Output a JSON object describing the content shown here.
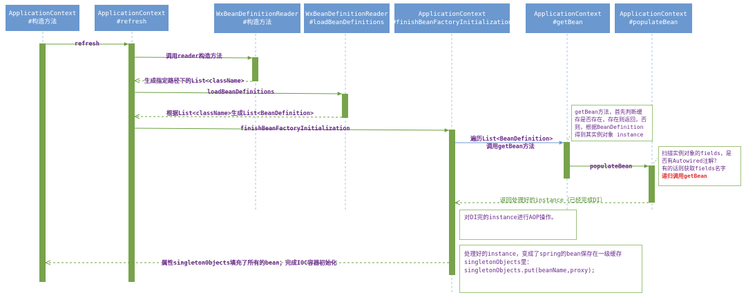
{
  "lanes": [
    {
      "line1": "ApplicationContext",
      "line2": "#构造方法"
    },
    {
      "line1": "ApplicationContext",
      "line2": "#refresh"
    },
    {
      "line1": "WxBeanDefinitionReader",
      "line2": "#构造方法"
    },
    {
      "line1": "WxBeanDefinitionReader",
      "line2": "#loadBeanDefinitions"
    },
    {
      "line1": "ApplicationContext",
      "line2": "#finishBeanFactoryInitialization"
    },
    {
      "line1": "ApplicationContext",
      "line2": "#getBean"
    },
    {
      "line1": "ApplicationContext",
      "line2": "#populateBean"
    }
  ],
  "messages": {
    "refresh": "refresh",
    "call_reader": "调用reader构造方法",
    "gen_list": "生成指定路径下的List<className>",
    "load_bd": "loadBeanDefinitions",
    "gen_bd_list": "根据List<className>生成List<BeanDefinition>",
    "finish_init": "finishBeanFactoryInitialization",
    "iterate_line1": "遍历List<BeanDefinition>",
    "iterate_line2": "调用getBean方法",
    "populate": "populateBean",
    "return_instance": "返回处理好的instance（已经完成DI）",
    "fill_singletons": "属性singletonObjects填充了所有的bean；完成IOC容器初始化"
  },
  "notes": {
    "getbean": [
      "getBean方法，首先判断缓",
      "存是否存在，存在则返回，否",
      "则，根据BeanDefinition",
      "得到其实例对象 instance"
    ],
    "populate_line1": "扫描实例对象的fields，是",
    "populate_line2": "否有Autowired注解？",
    "populate_line3": "有的话则获取fields名字",
    "populate_line4": "递归调用getBean",
    "aop": [
      "对DI完的instance进行AOP操作。"
    ],
    "cache": [
      "处理好的instance，变成了spring的bean保存在一级缓存",
      "singletonObjects里：",
      "singletonObjects.put(beanName,proxy);"
    ]
  },
  "colors": {
    "header": "#6b98cf",
    "activation": "#77a34a",
    "arrow": "#6aa040",
    "text": "#6a2a8c",
    "highlight": "#e03030"
  }
}
